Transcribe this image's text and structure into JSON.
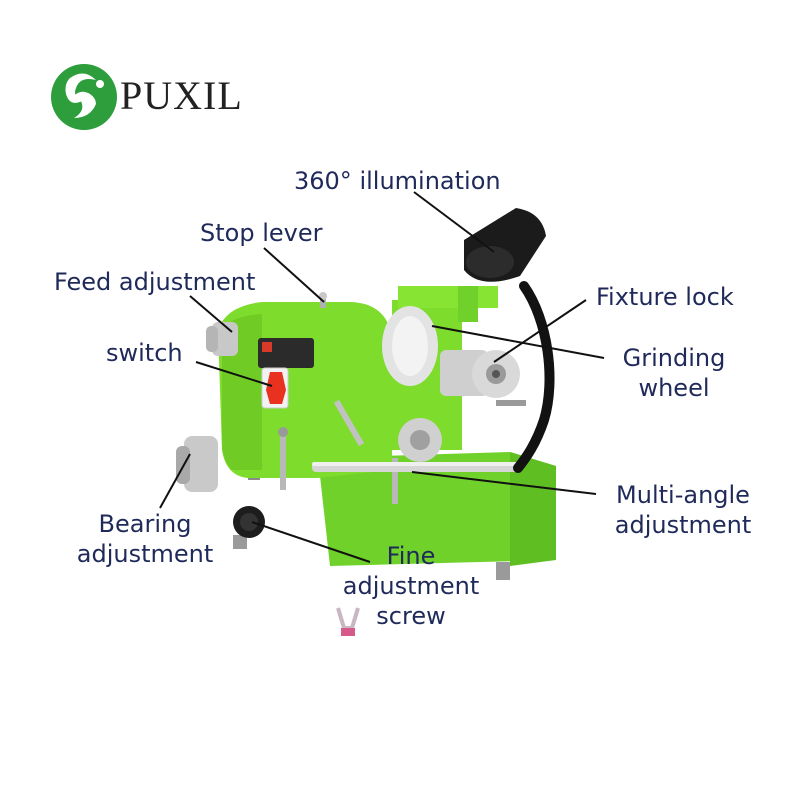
{
  "brand": {
    "name": "PUXIL",
    "logo_color": "#2e9e3c"
  },
  "product": {
    "body_color": "#7ddc2c",
    "illustration": "universal-cutter-grinder"
  },
  "labels": {
    "illumination": "360° illumination",
    "stop_lever": "Stop lever",
    "feed_adjustment": "Feed adjustment",
    "switch": "switch",
    "fixture_lock": "Fixture lock",
    "grinding_wheel": [
      "Grinding",
      "wheel"
    ],
    "multi_angle_adjustment": [
      "Multi-angle",
      "adjustment"
    ],
    "bearing_adjustment": [
      "Bearing",
      "adjustment"
    ],
    "fine_adjustment_screw": [
      "Fine",
      "adjustment",
      "screw"
    ]
  },
  "colors": {
    "label_text": "#1f2a5a",
    "leader_line": "#111111"
  }
}
